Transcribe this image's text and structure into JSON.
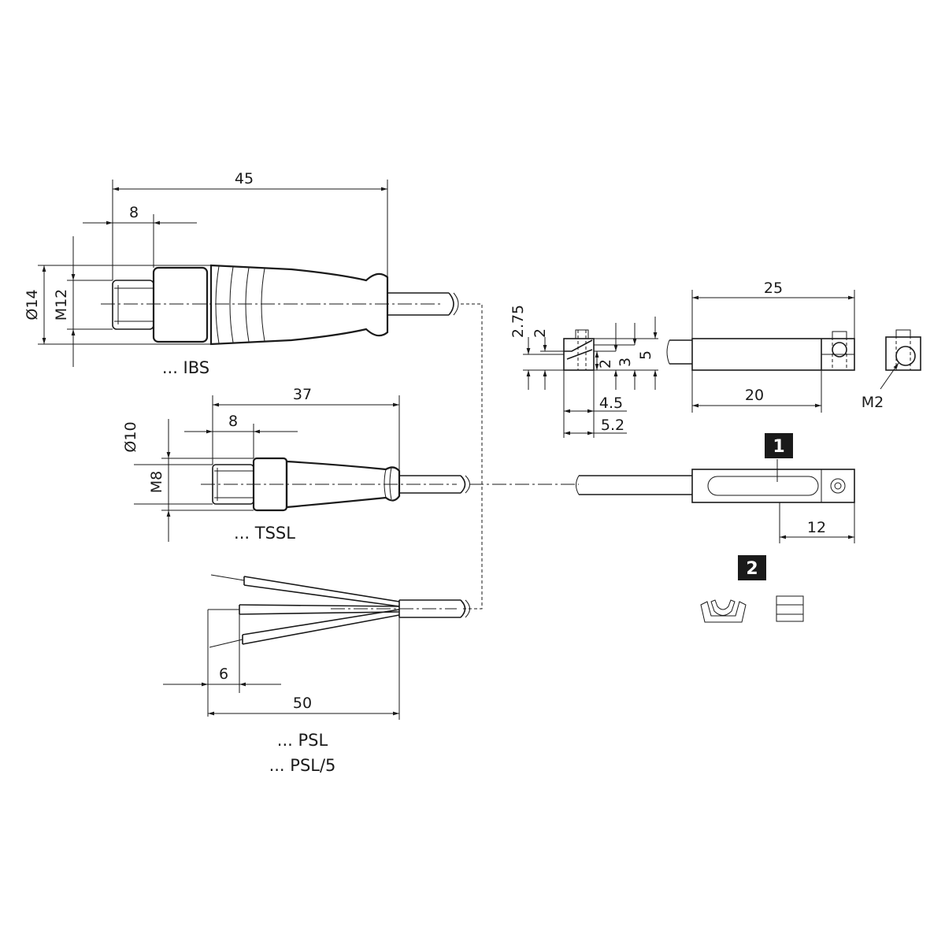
{
  "connectors": {
    "ibs": {
      "label": "... IBS",
      "dim_length": "45",
      "dim_nut": "8",
      "dim_dia": "Ø14",
      "dim_thread": "M12"
    },
    "tssl": {
      "label": "... TSSL",
      "dim_length": "37",
      "dim_nut": "8",
      "dim_dia": "Ø10",
      "dim_thread": "M8"
    },
    "psl": {
      "label": "... PSL",
      "label2": "... PSL/5",
      "dim_length": "50",
      "dim_strip": "6"
    }
  },
  "sensor": {
    "dim_length": "25",
    "dim_body": "20",
    "dim_screw": "M2",
    "dim_led": "12",
    "profile_dims": [
      "2.75",
      "2",
      "2",
      "3",
      "5",
      "4.5",
      "5.2"
    ]
  },
  "badges": [
    "1",
    "2"
  ]
}
